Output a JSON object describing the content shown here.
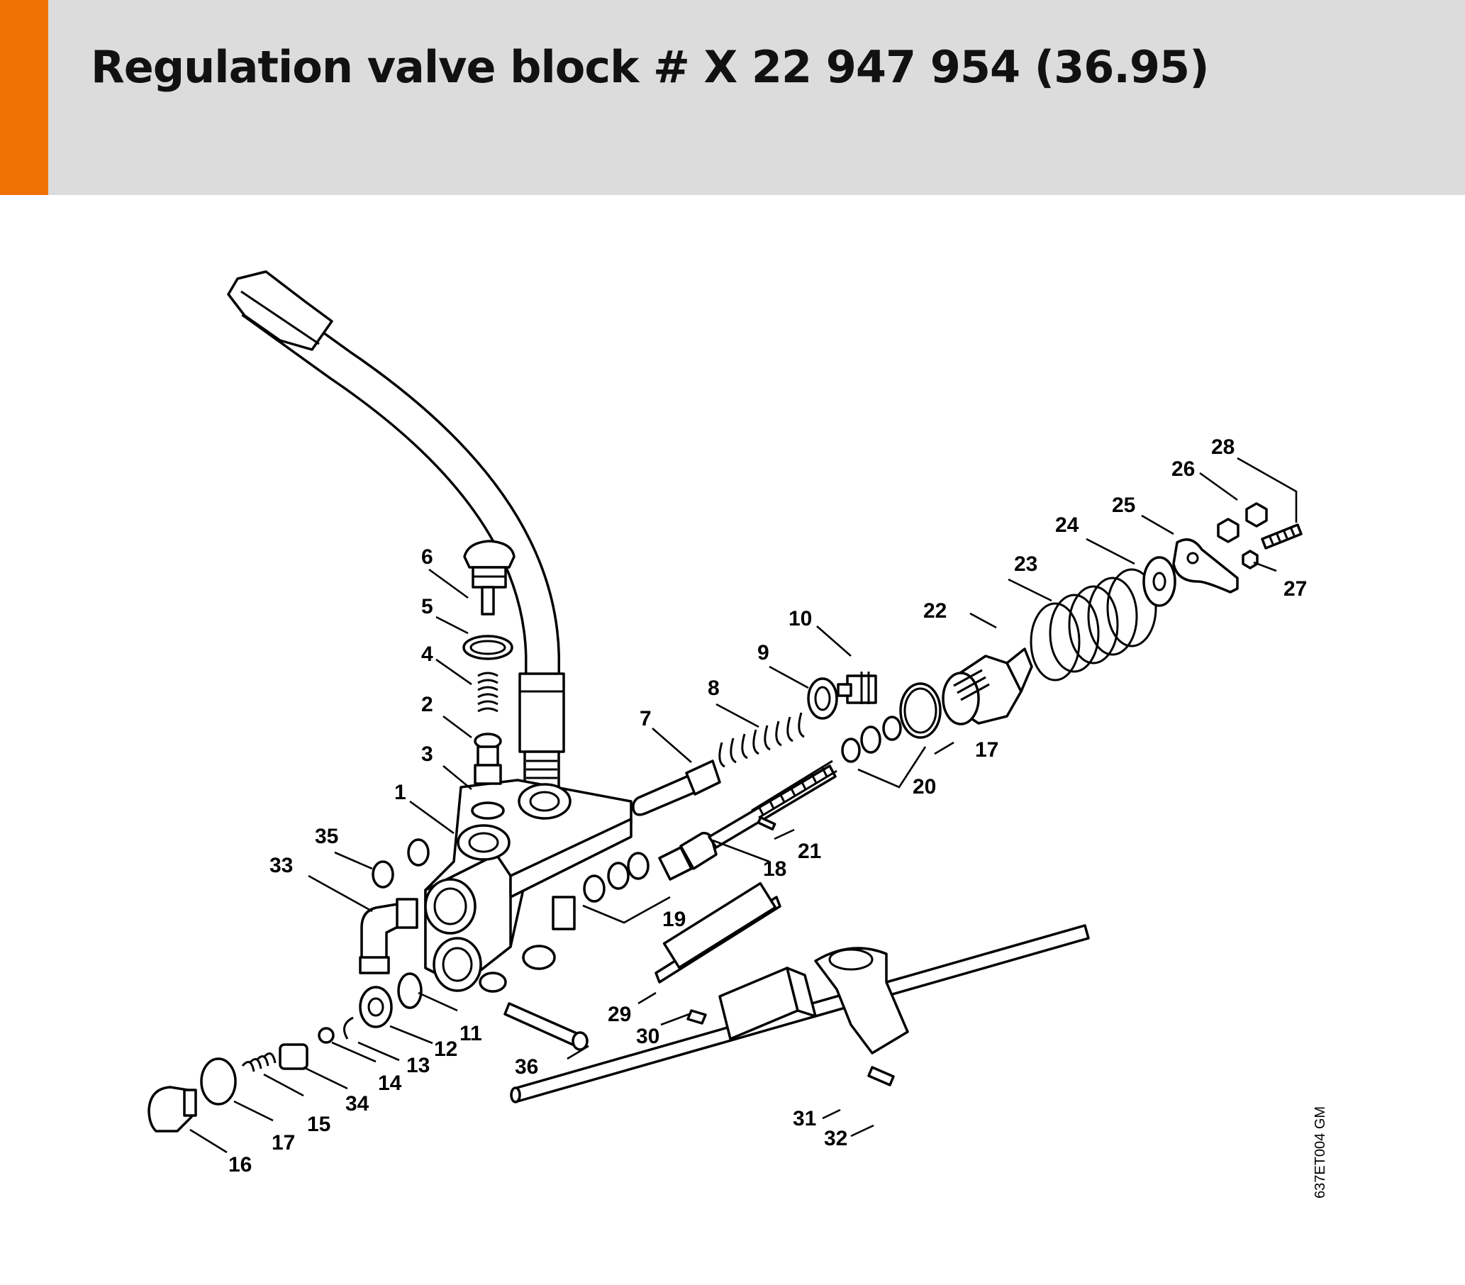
{
  "header": {
    "title": "Regulation valve block # X 22 947 954 (36.95)",
    "accent_color": "#ef7101",
    "background_color": "#dcdcdc"
  },
  "diagram": {
    "drawing_code": "637ET004 GM",
    "labels": {
      "p1": "1",
      "p2": "2",
      "p3": "3",
      "p4": "4",
      "p5": "5",
      "p6": "6",
      "p7": "7",
      "p8": "8",
      "p9": "9",
      "p10": "10",
      "p11": "11",
      "p12": "12",
      "p13": "13",
      "p14": "14",
      "p15": "15",
      "p16": "16",
      "p17a": "17",
      "p17b": "17",
      "p18": "18",
      "p19": "19",
      "p20": "20",
      "p21": "21",
      "p22": "22",
      "p23": "23",
      "p24": "24",
      "p25": "25",
      "p26": "26",
      "p27": "27",
      "p28": "28",
      "p29": "29",
      "p30": "30",
      "p31": "31",
      "p32": "32",
      "p33": "33",
      "p34": "34",
      "p35": "35",
      "p36": "36"
    }
  }
}
